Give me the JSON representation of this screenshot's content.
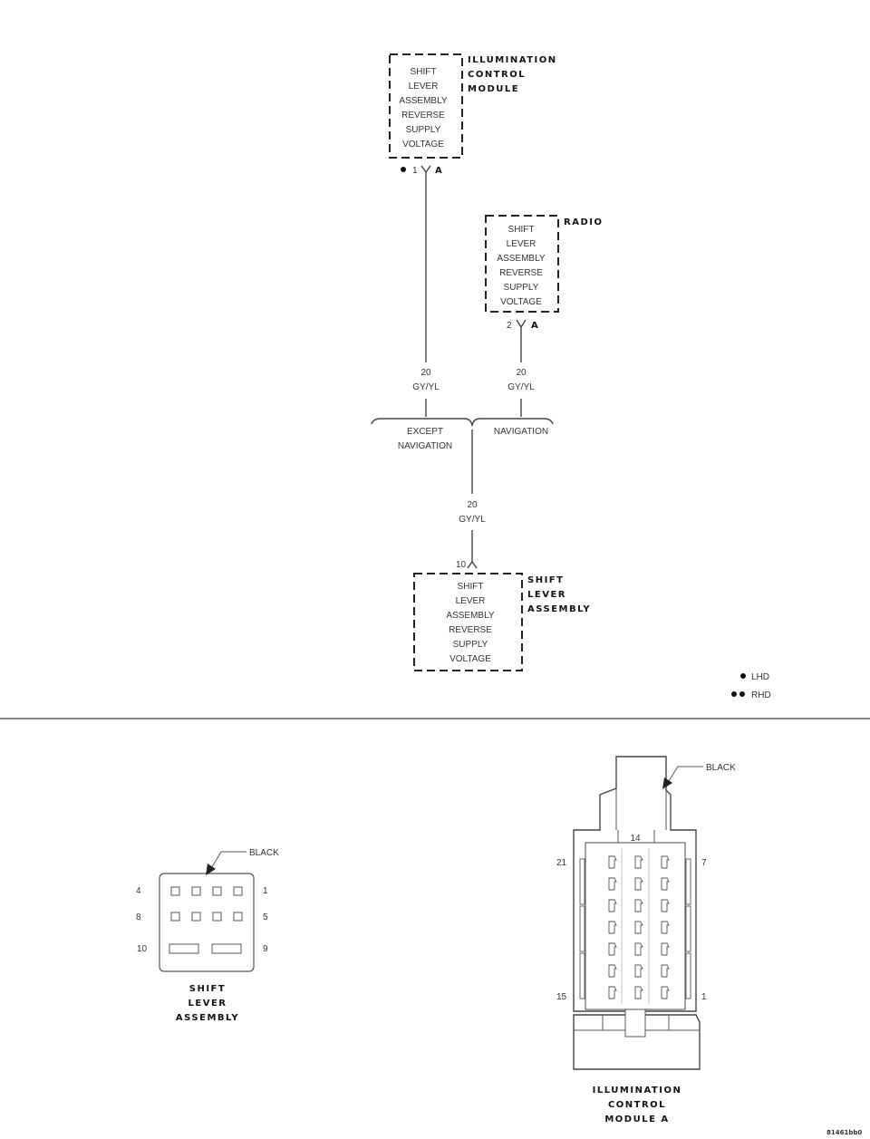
{
  "modules": {
    "icm": {
      "name_lines": [
        "ILLUMINATION",
        "CONTROL",
        "MODULE"
      ],
      "func_lines": [
        "SHIFT",
        "LEVER",
        "ASSEMBLY",
        "REVERSE",
        "SUPPLY",
        "VOLTAGE"
      ],
      "pin": "1",
      "connector": "A"
    },
    "radio": {
      "name_lines": [
        "RADIO"
      ],
      "func_lines": [
        "SHIFT",
        "LEVER",
        "ASSEMBLY",
        "REVERSE",
        "SUPPLY",
        "VOLTAGE"
      ],
      "pin": "2",
      "connector": "A"
    },
    "shift": {
      "name_lines": [
        "SHIFT",
        "LEVER",
        "ASSEMBLY"
      ],
      "func_lines": [
        "SHIFT",
        "LEVER",
        "ASSEMBLY",
        "REVERSE",
        "SUPPLY",
        "VOLTAGE"
      ],
      "pin": "10"
    }
  },
  "wires": {
    "left": {
      "gauge": "20",
      "color": "GY/YL"
    },
    "right": {
      "gauge": "20",
      "color": "GY/YL"
    },
    "bottom": {
      "gauge": "20",
      "color": "GY/YL"
    }
  },
  "branch": {
    "left_lines": [
      "EXCEPT",
      "NAVIGATION"
    ],
    "right": "NAVIGATION"
  },
  "legend": {
    "lhd": "LHD",
    "rhd": "RHD"
  },
  "shift_connector": {
    "color_label": "BLACK",
    "pins": {
      "tl": "4",
      "tr": "1",
      "ml": "8",
      "mr": "5",
      "bl": "10",
      "br": "9"
    },
    "title_lines": [
      "SHIFT",
      "LEVER",
      "ASSEMBLY"
    ]
  },
  "icm_connector": {
    "color_label": "BLACK",
    "pins": {
      "top": "14",
      "tl": "21",
      "tr": "7",
      "bl": "15",
      "br": "1"
    },
    "title_lines": [
      "ILLUMINATION",
      "CONTROL",
      "MODULE A"
    ]
  },
  "figure_id": "81461bb0"
}
